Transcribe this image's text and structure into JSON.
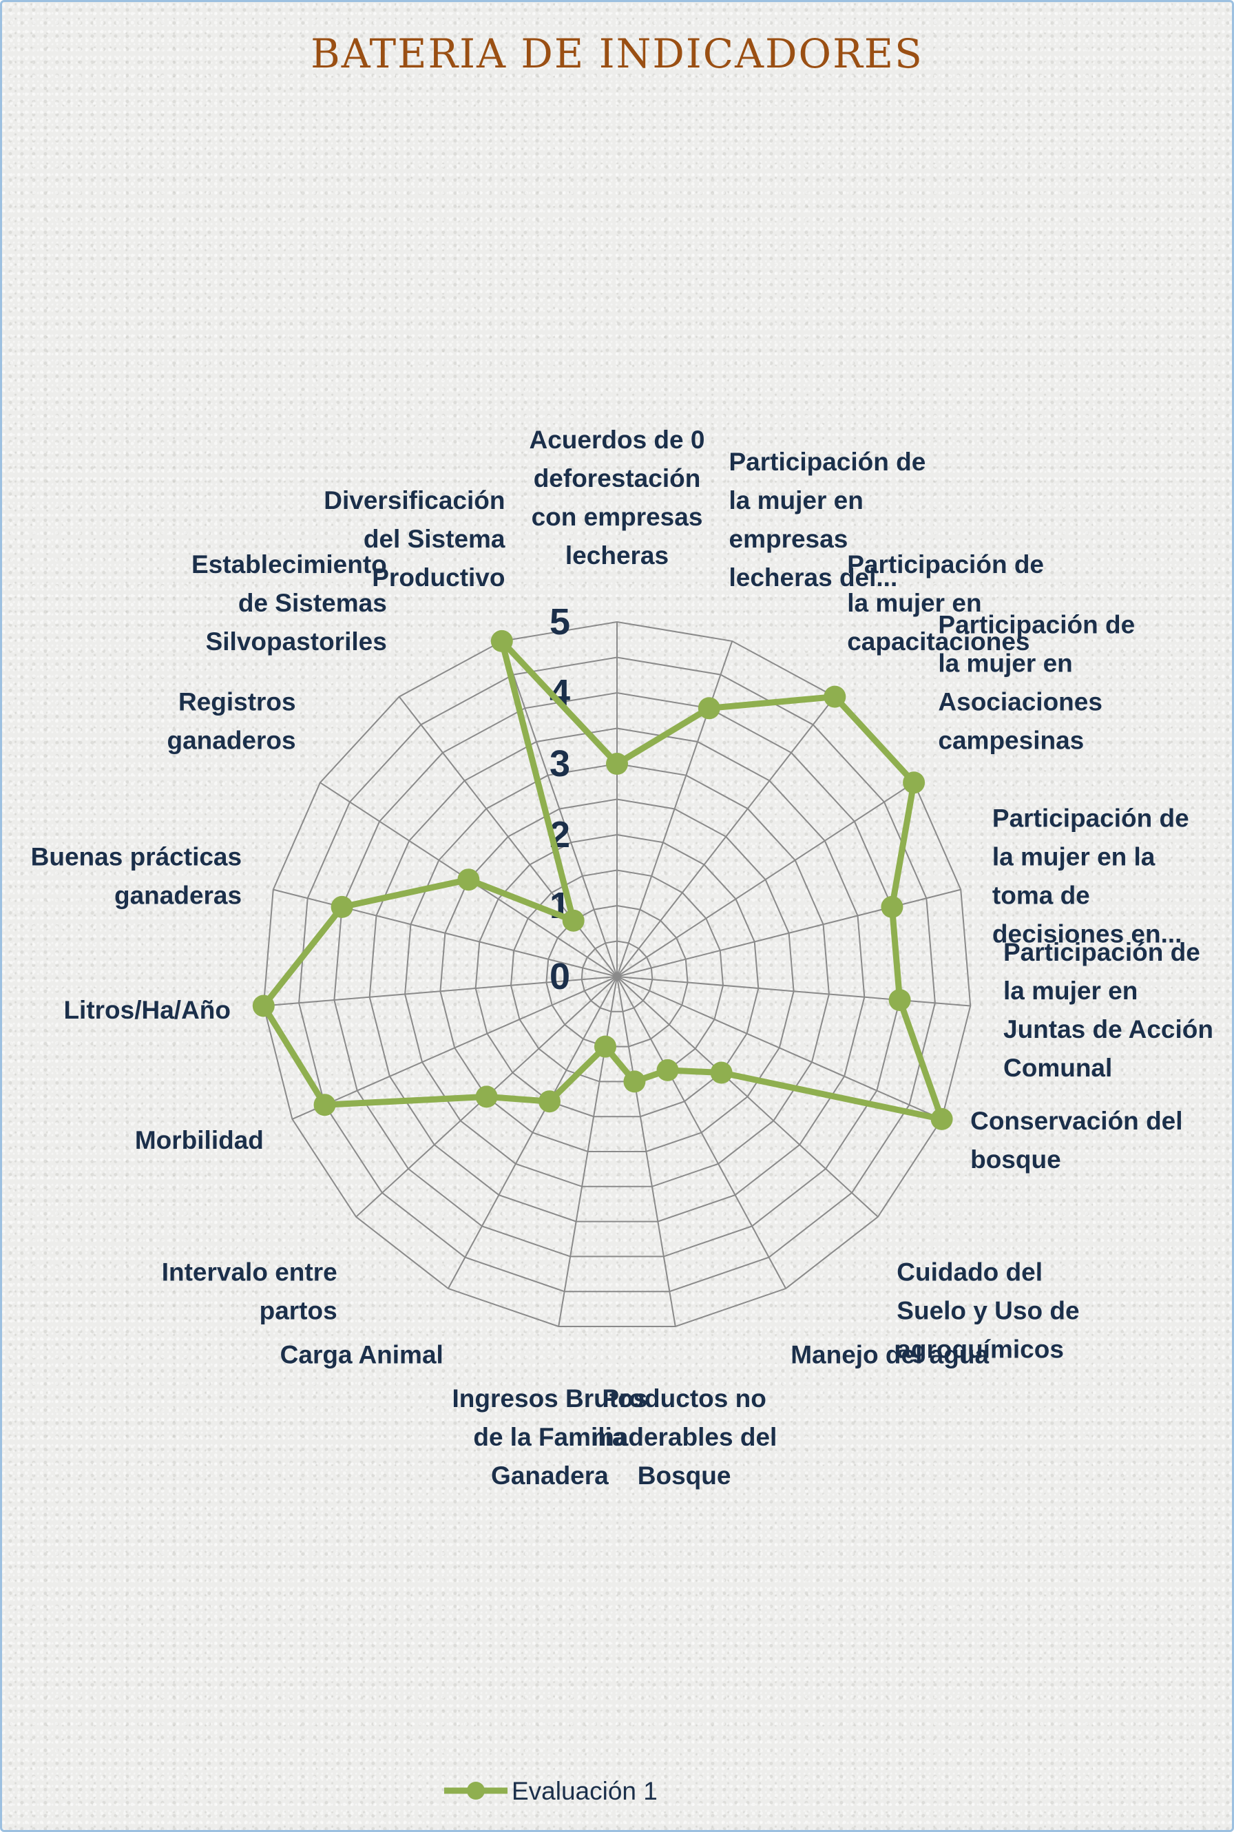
{
  "chart_data": {
    "type": "radar",
    "title": "BATERIA DE INDICADORES",
    "categories": [
      "Acuerdos de 0 deforestación con empresas lecheras",
      "Participación de la mujer en empresas lecheras del...",
      "Participación de la mujer en capacitaciones",
      "Participación de la mujer en Asociaciones campesinas",
      "Participación de la mujer en la toma de decisiones en...",
      "Participación de la mujer en Juntas de Acción Comunal",
      "Conservación del bosque",
      "Cuidado del Suelo y Uso de agroquímicos",
      "Manejo del agua",
      "Productos no maderables del Bosque",
      "Ingresos Brutos de la Familia Ganadera",
      "Carga Animal",
      "Intervalo entre partos",
      "Morbilidad",
      "Litros/Ha/Año",
      "Buenas prácticas ganaderas",
      "Registros ganaderos",
      "Establecimiento de Sistemas Silvopastoriles",
      "Diversificación del Sistema Productivo"
    ],
    "category_label_lines": [
      [
        "Acuerdos de 0",
        "deforestación",
        "con empresas",
        "lecheras"
      ],
      [
        "Participación de",
        "la mujer en",
        "empresas",
        "lecheras del..."
      ],
      [
        "Participación de",
        "la mujer en",
        "capacitaciones"
      ],
      [
        "Participación de",
        "la mujer en",
        "Asociaciones",
        "campesinas"
      ],
      [
        "Participación de",
        "la mujer en la",
        "toma de",
        "decisiones en..."
      ],
      [
        "Participación de",
        "la mujer en",
        "Juntas de Acción",
        "Comunal"
      ],
      [
        "Conservación del",
        "bosque"
      ],
      [
        "Cuidado del",
        "Suelo y Uso de",
        "agroquímicos"
      ],
      [
        "Manejo del agua"
      ],
      [
        "Productos no",
        "maderables del",
        "Bosque"
      ],
      [
        "Ingresos Brutos",
        "de la Familia",
        "Ganadera"
      ],
      [
        "Carga Animal"
      ],
      [
        "Intervalo entre",
        "partos"
      ],
      [
        "Morbilidad"
      ],
      [
        "Litros/Ha/Año"
      ],
      [
        "Buenas prácticas",
        "ganaderas"
      ],
      [
        "Registros",
        "ganaderos"
      ],
      [
        "Establecimiento",
        "de Sistemas",
        "Silvopastoriles"
      ],
      [
        "Diversificación",
        "del Sistema",
        "Productivo"
      ]
    ],
    "series": [
      {
        "name": "Evaluación 1",
        "values": [
          3,
          4,
          5,
          5,
          4,
          4,
          5,
          2,
          1.5,
          1.5,
          1,
          2,
          2.5,
          4.5,
          5,
          4,
          2.5,
          1,
          5
        ]
      }
    ],
    "radial_ticks": [
      "0",
      "1",
      "2",
      "3",
      "4",
      "5"
    ],
    "rlim": [
      0,
      5
    ],
    "grid": true,
    "legend_position": "bottom",
    "colors": {
      "series": "#8faf4f",
      "grid": "#8a8a8a",
      "title": "#9a4f13",
      "labels": "#1b2f4a"
    }
  }
}
